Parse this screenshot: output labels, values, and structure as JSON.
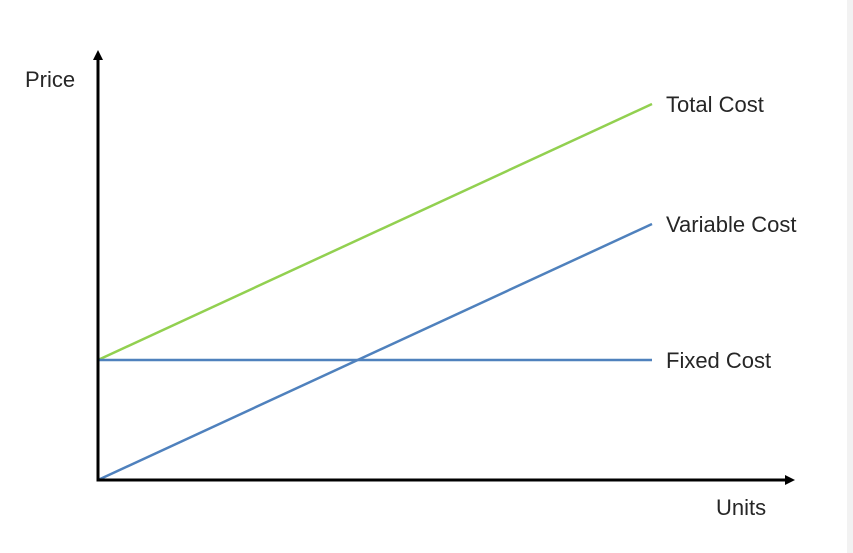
{
  "chart_data": {
    "type": "line",
    "title": "",
    "xlabel": "Units",
    "ylabel": "Price",
    "x_ticks": false,
    "y_ticks": false,
    "grid": false,
    "legend": "labels at line ends",
    "xlim": [
      0,
      10
    ],
    "ylim": [
      0,
      10
    ],
    "x": [
      0,
      10
    ],
    "series": [
      {
        "name": "Total Cost",
        "values": [
          3,
          9.4
        ],
        "color": "#92d050"
      },
      {
        "name": "Variable Cost",
        "values": [
          0,
          6.4
        ],
        "color": "#4f81bd"
      },
      {
        "name": "Fixed Cost",
        "values": [
          3,
          3
        ],
        "color": "#4f81bd"
      }
    ],
    "axis_color": "#000000"
  }
}
